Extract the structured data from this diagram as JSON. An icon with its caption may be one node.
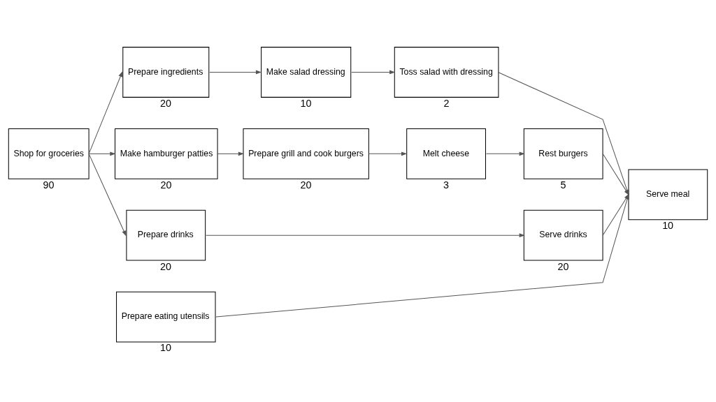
{
  "diagram": {
    "nodes": [
      {
        "text": [
          "Shop for groceries"
        ],
        "beside": [
          "90"
        ]
      },
      {
        "text": [
          "Prepare ingredients"
        ],
        "beside": [
          "20"
        ]
      },
      {
        "text": [
          "Make salad dressing"
        ],
        "beside": [
          "10"
        ]
      },
      {
        "text": [
          "Toss salad with dressing"
        ],
        "beside": [
          "2"
        ]
      },
      {
        "text": [
          "Make hamburger patties"
        ],
        "beside": [
          "20"
        ]
      },
      {
        "text": [
          "Prepare grill and cook burgers"
        ],
        "beside": [
          "20"
        ]
      },
      {
        "text": [
          "Melt cheese"
        ],
        "beside": [
          "3"
        ]
      },
      {
        "text": [
          "Rest burgers"
        ],
        "beside": [
          "5"
        ]
      },
      {
        "text": [
          "Serve meal"
        ],
        "beside": [
          "10"
        ]
      },
      {
        "text": [
          "Prepare drinks"
        ],
        "beside": [
          "20"
        ]
      },
      {
        "text": [
          "Serve drinks"
        ],
        "beside": [
          "20"
        ]
      },
      {
        "text": [
          "Prepare eating utensils"
        ],
        "beside": [
          "10"
        ]
      }
    ],
    "edges": [
      {
        "from": 0,
        "to": 1,
        "arrow": "to"
      },
      {
        "from": 0,
        "to": 4,
        "arrow": "to"
      },
      {
        "from": 0,
        "to": 9,
        "arrow": "to"
      },
      {
        "from": 1,
        "to": 2,
        "arrow": "to"
      },
      {
        "from": 2,
        "to": 3,
        "arrow": "to"
      },
      {
        "from": 3,
        "to": 8,
        "arrow": "to"
      },
      {
        "from": 4,
        "to": 5,
        "arrow": "to"
      },
      {
        "from": 5,
        "to": 6,
        "arrow": "to"
      },
      {
        "from": 6,
        "to": 7,
        "arrow": "to"
      },
      {
        "from": 7,
        "to": 8,
        "arrow": "to"
      },
      {
        "from": 9,
        "to": 10,
        "arrow": "to"
      },
      {
        "from": 10,
        "to": 8,
        "arrow": "to"
      },
      {
        "from": 11,
        "to": 8,
        "arrow": "to"
      }
    ]
  }
}
